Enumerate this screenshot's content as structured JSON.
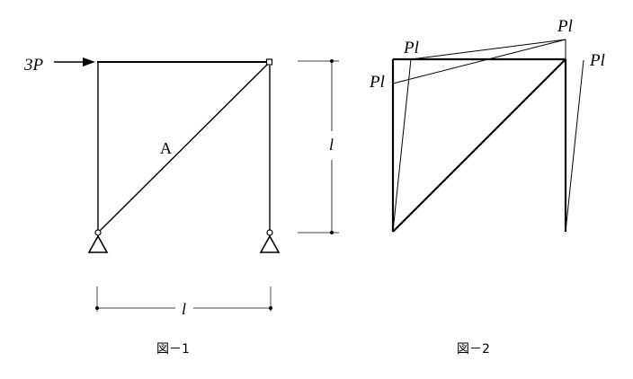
{
  "figure1": {
    "load_label": "3P",
    "member_label": "A",
    "height_label": "l",
    "span_label": "l",
    "caption": "図－1"
  },
  "figure2": {
    "moment_labels": [
      "Pl",
      "Pl",
      "Pl",
      "Pl"
    ],
    "caption": "図－2"
  }
}
